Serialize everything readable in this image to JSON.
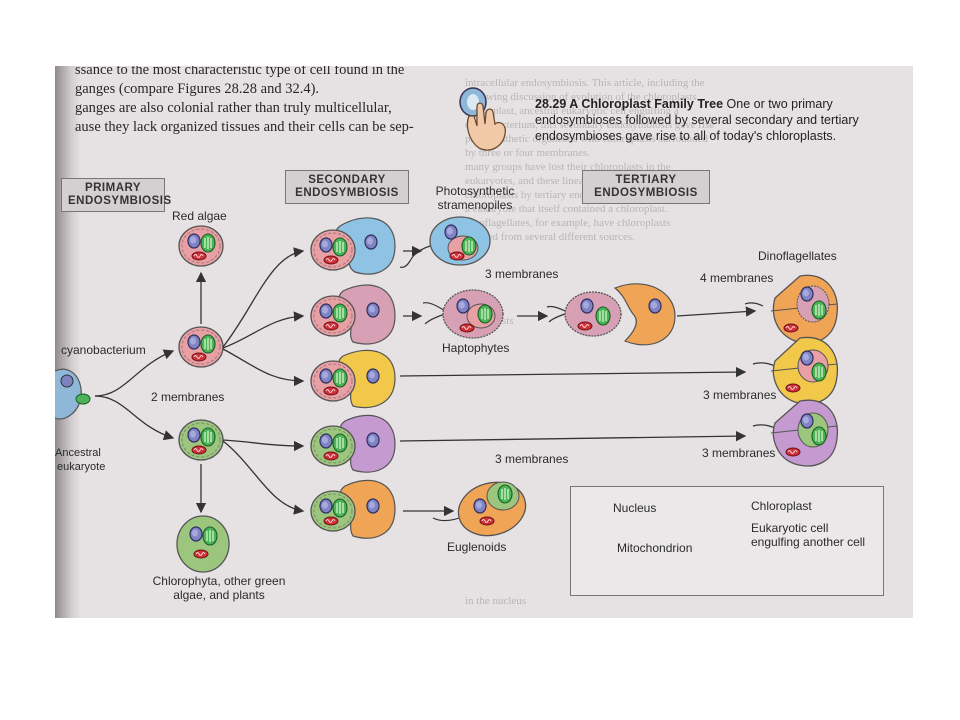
{
  "background_text": [
    "intracellular endosymbiosis. This article, including the",
    "following discussion of evolution of the chloroplasts",
    "chloroplast, ancestral eukaryotic cell engulfing a",
    "cyanobacterium, this secondary endosymbiosis gave rise",
    "photosynthetic organisms with chloroplasts surrounded",
    "by three or four membranes.",
    "many groups have lost their chloroplasts in the",
    "eukaryotes, and these lineages later gained new",
    "chloroplasts by tertiary endosymbiosis, taking up",
    "a eukaryote that itself contained a chloroplast.",
    "dinoflagellates, for example, have chloroplasts",
    "derived from several different sources.",
    "",
    "",
    "",
    "",
    "",
    "the protists",
    "",
    "",
    "",
    "",
    "",
    "",
    "",
    "",
    "",
    "",
    "",
    "",
    "",
    "",
    "",
    "",
    "",
    "",
    "",
    "in the nucleus"
  ],
  "intro_lines": [
    "ssance to the most characteristic type of cell found in the",
    "ganges (compare Figures 28.28 and 32.4).",
    "ganges are also colonial rather than truly multicellular,",
    "ause they lack organized tissues and their cells can be sep-"
  ],
  "caption": {
    "figure": "28.29 A Chloroplast Family Tree",
    "text": "One or two primary endosymbioses followed by several secondary and tertiary endosymbioses gave rise to all of today's chloroplasts."
  },
  "phases": {
    "primary": "PRIMARY ENDOSYMBIOSIS",
    "secondary": "SECONDARY ENDOSYMBIOSIS",
    "tertiary": "TERTIARY ENDOSYMBIOSIS"
  },
  "labels": {
    "cyanobacterium": "cyanobacterium",
    "ancestral_eukaryote_1": "Ancestral",
    "ancestral_eukaryote_2": "eukaryote",
    "red_algae": "Red algae",
    "two_membranes": "2 membranes",
    "chlorophyta": "Chlorophyta, other green algae, and plants",
    "photosynthetic_stramenopiles": "Photosynthetic stramenopiles",
    "three_membranes_stramenopiles": "3 membranes",
    "haptophytes": "Haptophytes",
    "dinoflagellates": "Dinoflagellates",
    "four_membranes": "4 membranes",
    "three_membranes_dino_1": "3 membranes",
    "three_membranes_dino_2": "3 membranes",
    "three_membranes_euglenoids": "3 membranes",
    "euglenoids": "Euglenoids"
  },
  "legend": {
    "nucleus": "Nucleus",
    "chloroplast": "Chloroplast",
    "mitochondrion": "Mitochondrion",
    "engulfing_cell": "Eukaryotic cell engulfing another cell"
  },
  "colors": {
    "red_cell": "#e8a0a4",
    "green_cell": "#9cc67e",
    "blue_cell": "#8ec3e4",
    "pink_cell": "#d8a0b4",
    "orange_cell": "#f0a456",
    "yellow_cell": "#f2c84a",
    "purple_cell": "#c49ad0",
    "nucleus": "#7f82c0",
    "chloroplast": "#4db35a",
    "mitochondrion": "#d6343c"
  }
}
